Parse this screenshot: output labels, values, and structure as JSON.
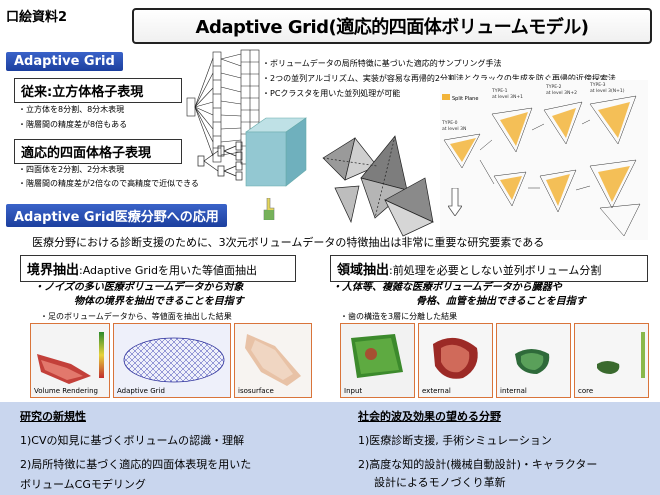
{
  "header": {
    "doc_label": "口絵資料2",
    "title": "Adaptive Grid(適応的四面体ボリュームモデル)"
  },
  "adaptive": {
    "tag": "Adaptive Grid",
    "conv_title": "従来:立方体格子表現",
    "conv_b1": "・立方体を8分割、8分木表現",
    "conv_b2": "・階層間の精度差が8倍もある",
    "tet_title": "適応的四面体格子表現",
    "tet_b1": "・四面体を2分割、2分木表現",
    "tet_b2": "・階層間の精度差が2倍なので高精度で近似できる"
  },
  "features": [
    "・ボリュームデータの局所特徴に基づいた適応的サンプリング手法",
    "・2つの並列アルゴリズム、実装が容易な再帰的2分割法とクラックの生成を防ぐ再帰的近傍探索法",
    "・PCクラスタを用いた並列処理が可能"
  ],
  "medical": {
    "tag": "Adaptive Grid医療分野への応用",
    "intro": "医療分野における診断支援のために、3次元ボリュームデータの特徴抽出は非常に重要な研究要素である",
    "left_head_a": "境界抽出",
    "left_head_b": ":Adaptive Gridを用いた等値面抽出",
    "left_desc_1": "・ノイズの多い医療ボリュームデータから対象",
    "left_desc_2": "物体の境界を抽出できることを目指す",
    "left_note": "・足のボリュームデータから、等値面を抽出した結果",
    "right_head_a": "領域抽出",
    "right_head_b": ":前処理を必要としない並列ボリューム分割",
    "right_desc_1": "・人体等、複雑な医療ボリュームデータから臓器や",
    "right_desc_2": "骨格、血管を抽出できることを目指す",
    "right_note": "・歯の構造を3層に分離した結果"
  },
  "images": {
    "left": [
      "Volume Rendering",
      "Adaptive Grid",
      "isosurface"
    ],
    "right": [
      "Input",
      "external",
      "internal",
      "core"
    ]
  },
  "diagram": {
    "split_plane": "Split Plane",
    "types": [
      "TYPE-0",
      "TYPE-1",
      "TYPE-2",
      "TYPE-3"
    ],
    "levels": [
      "at level 3N",
      "at level 3N+1",
      "at level 3N+2",
      "at level 3(N+1)"
    ]
  },
  "bottom": {
    "left_head": "研究の新規性",
    "left_1": "1)CVの知見に基づくボリュームの認識・理解",
    "left_2a": "2)局所特徴に基づく適応的四面体表現を用いた",
    "left_2b": "ボリュームCGモデリング",
    "right_head": "社会的波及効果の望める分野",
    "right_1": "1)医療診断支援, 手術シミュレーション",
    "right_2a": "2)高度な知的設計(機械自動設計)・キャラクター",
    "right_2b": "設計によるモノづくり革新"
  },
  "colors": {
    "accent_blue": "#1c3f9e",
    "bottom_panel": "#c9d6ee",
    "image_border": "#d9743a",
    "tetra_fill": "#f2b43a"
  }
}
